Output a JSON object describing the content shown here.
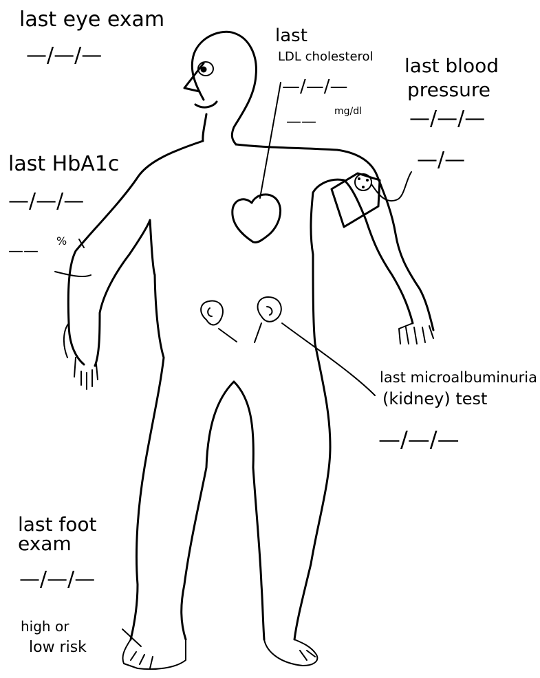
{
  "labels": {
    "eye": "last eye exam",
    "ldl_line1": "last",
    "ldl_line2": "LDL cholesterol",
    "ldl_unit": "mg/dl",
    "bp_line1": "last blood",
    "bp_line2": "pressure",
    "hba1c": "last HbA1c",
    "hba1c_unit": "%",
    "kidney_line1": "last microalbuminuria",
    "kidney_line2": "(kidney) test",
    "foot_line1": "last foot",
    "foot_line2": "exam",
    "risk_line1": "high or",
    "risk_line2": "low risk"
  },
  "date_blanks": {
    "eye": "—/—/—",
    "ldl": "—/—/—",
    "bp_date": "—/—/—",
    "bp_value": "—/—",
    "hba1c": "—/—/—",
    "kidney": "—/—/—",
    "foot": "—/—/—"
  },
  "value_blanks": {
    "ldl": "——",
    "hba1c": "——"
  },
  "colors": {
    "ink": "#000000",
    "paper": "#ffffff"
  }
}
